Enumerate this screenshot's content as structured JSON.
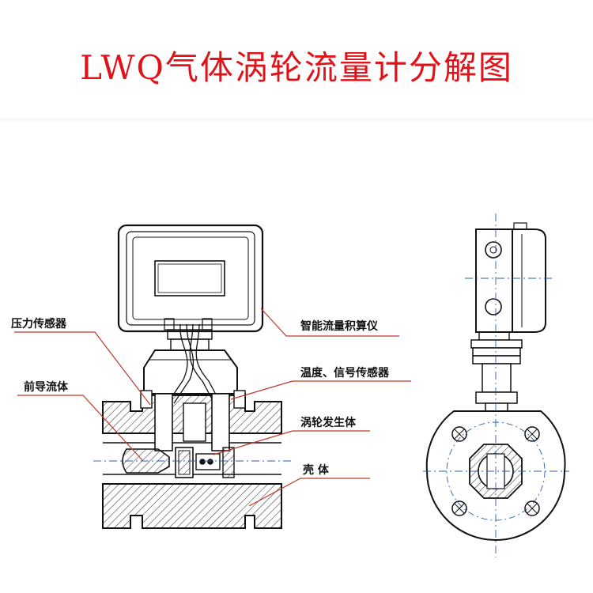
{
  "title": "LWQ气体涡轮流量计分解图",
  "colors": {
    "title": "#e0121a",
    "leader": "#c0392b",
    "line": "#111111",
    "centerline": "#2a5dae",
    "hatch": "#333333"
  },
  "labels": {
    "pressure_sensor": "压力传感器",
    "front_guide": "前导流体",
    "totalizer": "智能流量积算仪",
    "temp_sensor": "温度、信号传感器",
    "vortex_generator": "涡轮发生体",
    "housing": "壳 体"
  }
}
